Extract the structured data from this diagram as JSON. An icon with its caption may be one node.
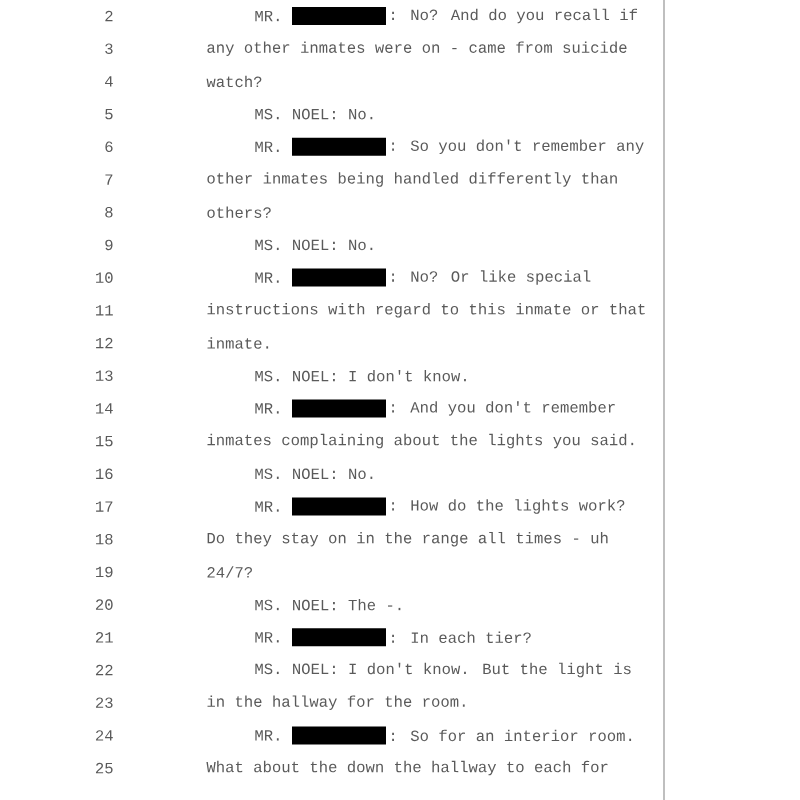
{
  "diagram": {
    "labels": [
      "2",
      "MR.",
      ": No? And do you recall if",
      "3",
      "any other inmates were on - came from suicide",
      "4",
      "watch?",
      "5",
      "MS. NOEL: No.",
      "6",
      "MR.",
      ": So you don't remember any",
      "7",
      "other inmates being handled differently than",
      "8",
      "others?",
      "9",
      "MS. NOEL: No.",
      "10",
      "MR.",
      ": No? Or like special",
      "11",
      "instructions with regard to this inmate or that",
      "12",
      "inmate.",
      "13",
      "MS. NOEL: I don't know.",
      "14",
      "MR.",
      ": And you don't remember",
      "15",
      "inmates complaining about the lights you said.",
      "16",
      "MS. NOEL: No.",
      "17",
      "MR.",
      ": How do the lights work?",
      "18",
      "Do they stay on in the range all times - uh",
      "19",
      "24/7?",
      "20",
      "MS. NOEL: The -.",
      "21",
      "MR.",
      ": In each tier?",
      "22",
      "MS. NOEL: I don't know. But the light is",
      "23",
      "in the hallway for the room.",
      "24",
      "MR.",
      ": So for an interior room.",
      "25",
      "What about the down the hallway to each for"
    ]
  }
}
